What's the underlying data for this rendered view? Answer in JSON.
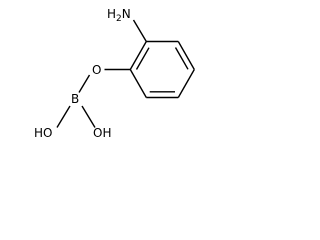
{
  "molecule": {
    "atoms": {
      "amine_n": "N",
      "amine_h": "H",
      "amine_h_count": "2",
      "ether_o": "O",
      "boron": "B",
      "hydroxyl_1": "HO",
      "hydroxyl_2": "OH"
    }
  },
  "colors": {
    "bond": "#000000",
    "label": "#000000",
    "background": "#ffffff"
  }
}
